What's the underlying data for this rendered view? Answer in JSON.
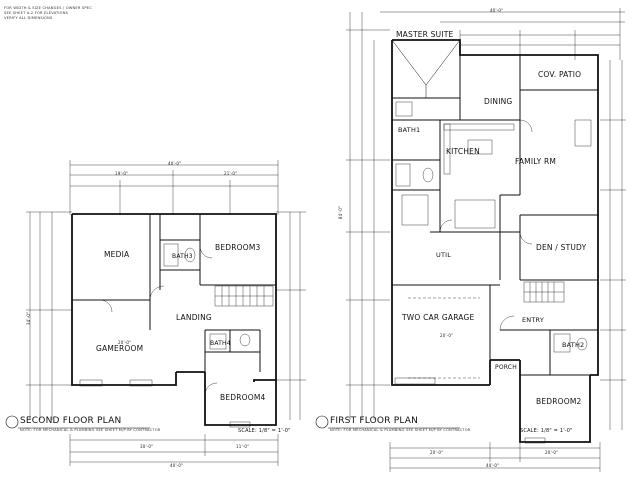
{
  "sheet_notes": {
    "top_left": [
      "FOR WIDTH & SIZE CHANGES / OWNER SPEC",
      "SEE SHEET A-2 FOR ELEVATIONS",
      "VERIFY ALL DIMENSIONS"
    ]
  },
  "second_floor": {
    "title": "SECOND FLOOR PLAN",
    "scale": "SCALE: 1/8\" = 1'-0\"",
    "note": "NOTE: FOR MECHANICAL & PLUMBING SEE SHEET M/P BY CONTRACTOR",
    "rooms": {
      "media": "MEDIA",
      "bedroom3": "BEDROOM3",
      "bath3": "BATH3",
      "landing": "LANDING",
      "gameroom": "GAMEROOM",
      "bath4": "BATH4",
      "bedroom4": "BEDROOM4"
    },
    "dims": {
      "overall_top": "40'-0\"",
      "top_left": "19'-0\"",
      "top_right": "21'-0\"",
      "overall_bottom": "40'-0\"",
      "bottom_left": "30'-0\"",
      "bottom_right": "11'-0\"",
      "left_overall": "34'-0\"",
      "mid": "20'-0\""
    }
  },
  "first_floor": {
    "title": "FIRST FLOOR PLAN",
    "scale": "SCALE: 1/8\" = 1'-0\"",
    "note": "NOTE: FOR MECHANICAL & PLUMBING SEE SHEET M/P BY CONTRACTOR",
    "rooms": {
      "master_suite": "MASTER SUITE",
      "covered_patio": "COV. PATIO",
      "dining": "DINING",
      "bath1": "BATH1",
      "kitchen": "KITCHEN",
      "family_rm": "FAMILY RM",
      "util": "UTIL",
      "den_study": "DEN / STUDY",
      "two_car_garage": "TWO CAR GARAGE",
      "entry": "ENTRY",
      "bath2": "BATH2",
      "porch": "PORCH",
      "bedroom2": "BEDROOM2"
    },
    "dims": {
      "overall_top": "40'-0\"",
      "overall_bottom": "40'-0\"",
      "bottom_left": "20'-0\"",
      "bottom_right": "20'-0\"",
      "left_overall": "84'-0\"",
      "garage_depth": "20'-0\""
    }
  }
}
